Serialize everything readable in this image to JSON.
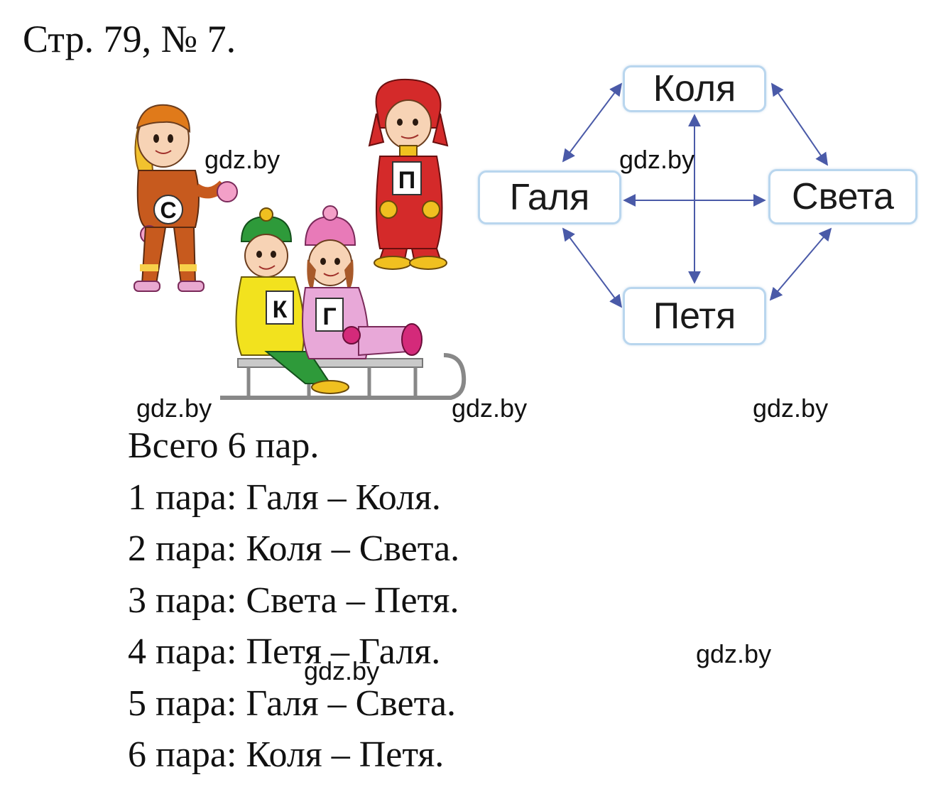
{
  "heading": "Стр. 79, № 7.",
  "illustration": {
    "letters": [
      "С",
      "П",
      "К",
      "Г"
    ]
  },
  "graph": {
    "nodes": {
      "kolya": "Коля",
      "galya": "Галя",
      "sveta": "Света",
      "petya": "Петя"
    },
    "edge_color": "#4a5aa8",
    "box_border_color": "#b9d6ee"
  },
  "watermark": "gdz.by",
  "answer": {
    "total": "Всего 6 пар.",
    "pairs": [
      "1 пара: Галя – Коля.",
      "2 пара: Коля – Света.",
      "3 пара: Света – Петя.",
      "4 пара: Петя – Галя.",
      "5 пара: Галя – Света.",
      "6 пара: Коля – Петя."
    ]
  }
}
